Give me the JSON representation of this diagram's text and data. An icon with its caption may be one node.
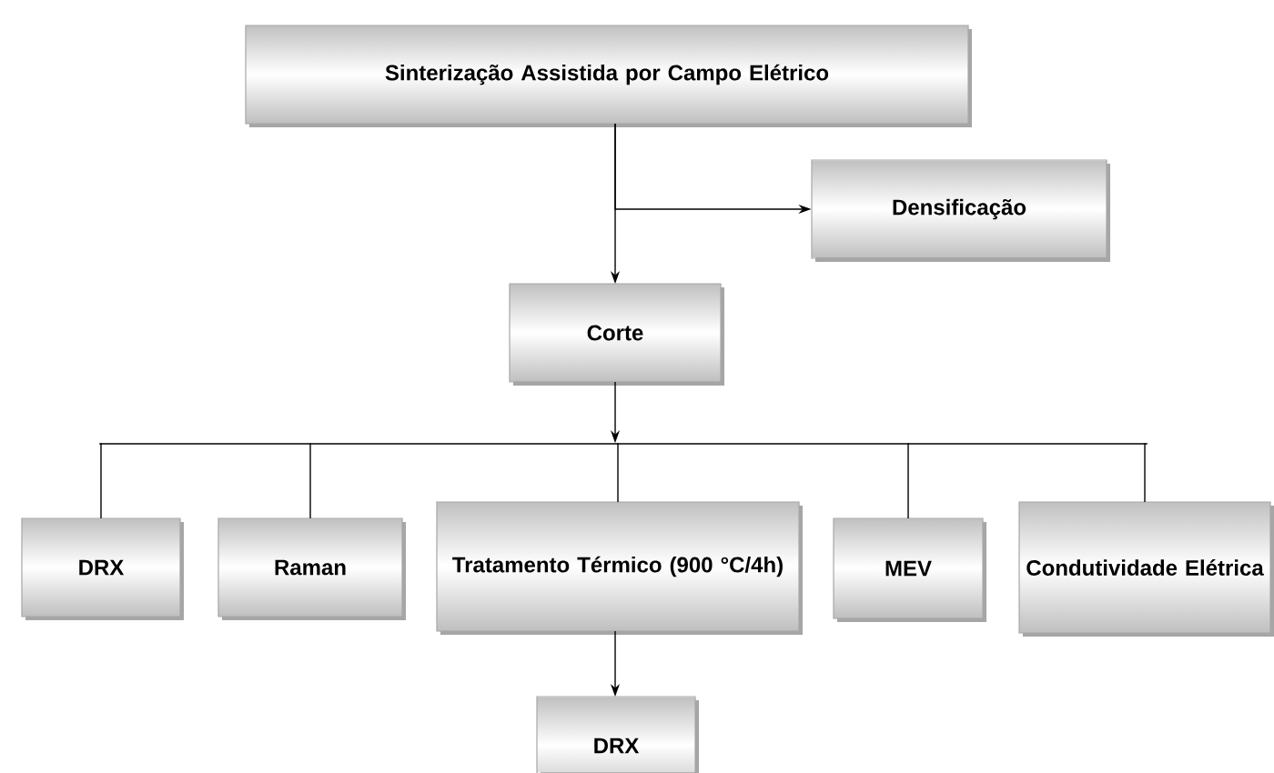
{
  "diagram": {
    "nodes": [
      {
        "text": [
          "Sinterização Assistida por Campo Elétrico"
        ]
      },
      {
        "text": [
          "Densificação"
        ]
      },
      {
        "text": [
          "Corte"
        ]
      },
      {
        "text": [],
        "shape": "bar"
      },
      {
        "text": [
          "DRX"
        ]
      },
      {
        "text": [
          "Raman"
        ]
      },
      {
        "text": [
          "Tratamento Térmico (900 °C/4h)"
        ]
      },
      {
        "text": [
          "MEV"
        ]
      },
      {
        "text": [
          "Condutividade Elétrica"
        ]
      },
      {
        "text": [
          "DRX"
        ]
      }
    ],
    "edges": [
      {
        "from": 0,
        "to": 1,
        "arrow": "to"
      },
      {
        "from": 0,
        "to": 2,
        "arrow": "to"
      },
      {
        "from": 2,
        "to": 3,
        "arrow": "to"
      },
      {
        "from": 3,
        "to": 4,
        "arrow": "none"
      },
      {
        "from": 3,
        "to": 5,
        "arrow": "none"
      },
      {
        "from": 3,
        "to": 6,
        "arrow": "none"
      },
      {
        "from": 3,
        "to": 7,
        "arrow": "none"
      },
      {
        "from": 3,
        "to": 8,
        "arrow": "none"
      },
      {
        "from": 6,
        "to": 9,
        "arrow": "to"
      }
    ]
  }
}
